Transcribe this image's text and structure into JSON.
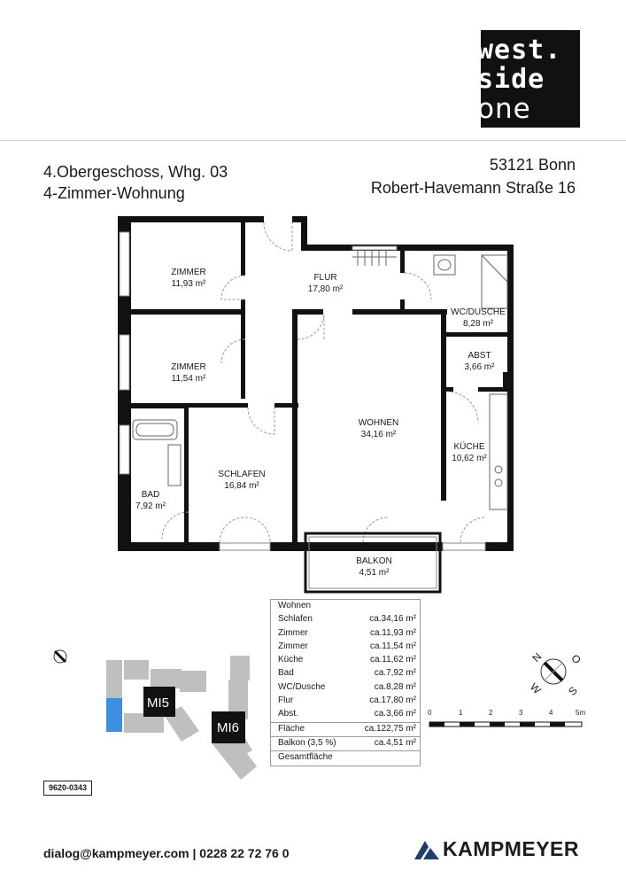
{
  "logo": {
    "line1": "west.",
    "line2": "side",
    "line3": "one"
  },
  "header": {
    "floor": "4.Obergeschoss, Whg. 03",
    "type": "4-Zimmer-Wohnung",
    "city": "53121 Bonn",
    "street": "Robert-Havemann Straße 16"
  },
  "rooms": [
    {
      "name": "ZIMMER",
      "area": "11,93 m²"
    },
    {
      "name": "FLUR",
      "area": "17,80 m²"
    },
    {
      "name": "WC/DUSCHE",
      "area": "8,28 m²"
    },
    {
      "name": "ZIMMER",
      "area": "11,54 m²"
    },
    {
      "name": "ABST",
      "area": "3,66 m²"
    },
    {
      "name": "WOHNEN",
      "area": "34,16 m²"
    },
    {
      "name": "KÜCHE",
      "area": "10,62 m²"
    },
    {
      "name": "SCHLAFEN",
      "area": "16,84 m²"
    },
    {
      "name": "BAD",
      "area": "7,92 m²"
    },
    {
      "name": "BALKON",
      "area": "4,51 m²"
    }
  ],
  "area_table": [
    {
      "label": "Wohnen",
      "value": ""
    },
    {
      "label": "Schlafen",
      "value": "ca.34,16 m²"
    },
    {
      "label": "Zimmer",
      "value": "ca.11,93 m²"
    },
    {
      "label": "Zimmer",
      "value": "ca.11,54 m²"
    },
    {
      "label": "Küche",
      "value": "ca.11,62 m²"
    },
    {
      "label": "Bad",
      "value": "ca.7,92 m²"
    },
    {
      "label": "WC/Dusche",
      "value": "ca.8,28 m²"
    },
    {
      "label": "Flur",
      "value": "ca.17,80 m²"
    },
    {
      "label": "Abst.",
      "value": "ca.3,66 m²"
    },
    {
      "label": "Fläche",
      "value": "ca.122,75 m²"
    },
    {
      "label": "Balkon (3,5 %)",
      "value": "ca.4,51 m²"
    },
    {
      "label": "Gesamtfläche",
      "value": ""
    }
  ],
  "site": {
    "building1": "MI5",
    "building2": "MI6"
  },
  "compass": {
    "n": "N",
    "o": "O",
    "s": "S",
    "w": "W"
  },
  "scale": {
    "ticks": [
      "0",
      "1",
      "2",
      "3",
      "4",
      "5m"
    ]
  },
  "footer": {
    "code": "9620-0343",
    "contact": "dialog@kampmeyer.com  |  0228 22 72 76 0",
    "brand": "KAMPMEYER"
  },
  "colors": {
    "highlight": "#3d8fe0",
    "site_block": "#bfbfbf",
    "wall": "#111111"
  }
}
